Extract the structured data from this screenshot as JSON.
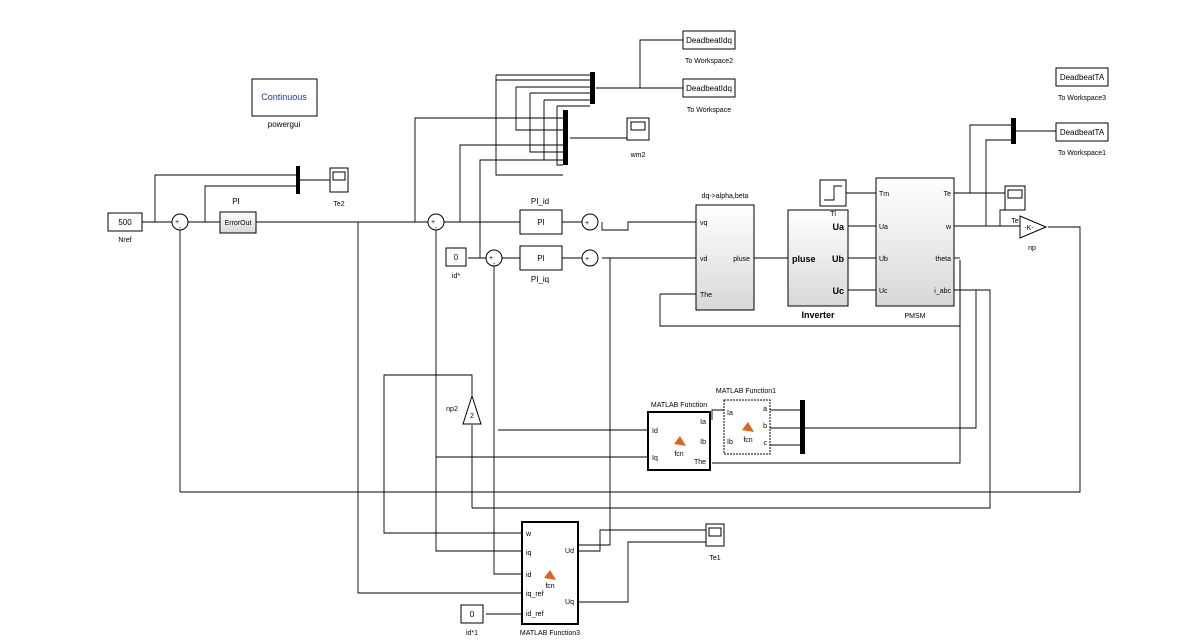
{
  "blocks": {
    "powergui": {
      "title": "Continuous",
      "caption": "powergui"
    },
    "nref": {
      "value": "500",
      "caption": "Nref"
    },
    "pi_main": {
      "title": "PI",
      "inner": "ErrorOut"
    },
    "te2": {
      "caption": "Te2"
    },
    "pi_id": {
      "title": "PI_id",
      "inner": "PI"
    },
    "pi_iq": {
      "title": "PI_iq",
      "inner": "PI"
    },
    "id_star": {
      "value": "0",
      "caption": "id*"
    },
    "id_star1": {
      "value": "0",
      "caption": "id*1"
    },
    "dq_transform": {
      "title": "dq->alpha,beta",
      "ports": {
        "vq": "vq",
        "vd": "vd",
        "the": "The",
        "out": "pluse"
      }
    },
    "inverter": {
      "caption": "Inverter",
      "ports": {
        "in": "pluse",
        "ua": "Ua",
        "ub": "Ub",
        "uc": "Uc"
      }
    },
    "step_tl": {
      "caption": "Tl"
    },
    "pmsm": {
      "caption": "PMSM",
      "ports": {
        "tm": "Tm",
        "ua": "Ua",
        "ub": "Ub",
        "uc": "Uc",
        "te": "Te",
        "w": "w",
        "theta": "theta",
        "iabc": "i_abc"
      }
    },
    "te_scope": {
      "caption": "Te"
    },
    "gain_np": {
      "inner": "-K-",
      "caption": "np"
    },
    "gain_np2": {
      "inner": "2",
      "caption": "np2"
    },
    "ws2": {
      "var": "DeadbeatIdq",
      "caption": "To Workspace2"
    },
    "ws0": {
      "var": "DeadbeatIdq",
      "caption": "To Workspace"
    },
    "ws3": {
      "var": "DeadbeatTA",
      "caption": "To Workspace3"
    },
    "ws1": {
      "var": "DeadbeatTA",
      "caption": "To Workspace1"
    },
    "wm2": {
      "caption": "wm2"
    },
    "te1": {
      "caption": "Te1"
    },
    "mf": {
      "title": "MATLAB Function",
      "ports": {
        "id": "Id",
        "iq": "Iq",
        "ia": "Ia",
        "ib": "Ib",
        "the": "The"
      },
      "fcn": "fcn"
    },
    "mf1": {
      "title": "MATLAB Function1",
      "ports": {
        "ia": "Ia",
        "ib": "Ib",
        "a": "a",
        "b": "b",
        "c": "c"
      },
      "fcn": "fcn"
    },
    "mf3": {
      "caption": "MATLAB Function3",
      "ports": {
        "w": "w",
        "iq": "iq",
        "id": "id",
        "iq_ref": "iq_ref",
        "id_ref": "id_ref",
        "ud": "Ud",
        "uq": "Uq"
      },
      "fcn": "fcn"
    }
  },
  "signs": {
    "plus": "+",
    "minus": "-"
  },
  "colors": {
    "background": "#ffffff",
    "line": "#000000",
    "powergui_text": "#1a3a9c",
    "matlab_icon": "#d8661e"
  }
}
